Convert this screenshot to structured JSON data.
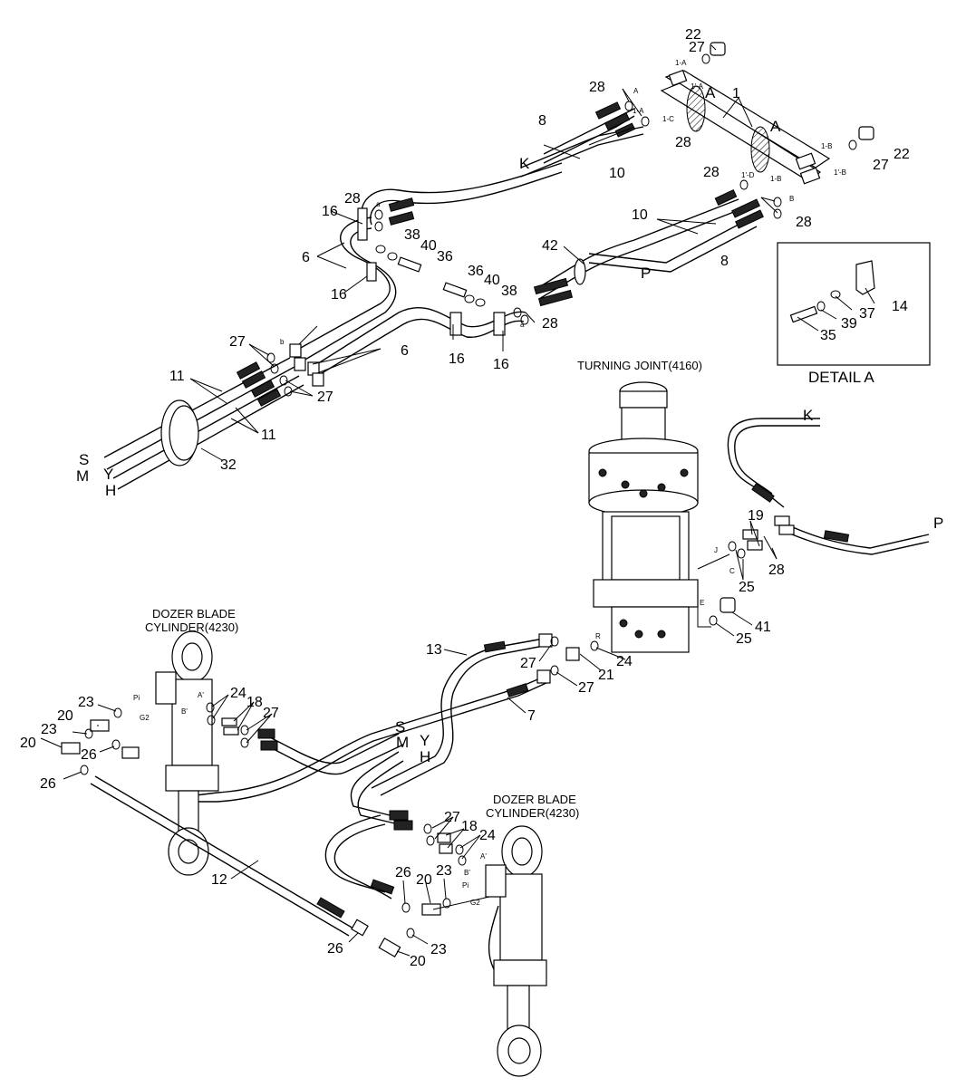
{
  "captions": {
    "turning_joint": "TURNING JOINT(4160)",
    "dozer_left_1": "DOZER BLADE",
    "dozer_left_2": "CYLINDER(4230)",
    "dozer_right_1": "DOZER BLADE",
    "dozer_right_2": "CYLINDER(4230)",
    "detail_a": "DETAIL A"
  },
  "view_markers": {
    "a1": "A",
    "a2": "A"
  },
  "letters": {
    "K_top": "K",
    "P_top": "P",
    "K_right": "K",
    "P_right": "P",
    "S_left": "S",
    "M_left": "M",
    "Y_left": "Y",
    "H_left": "H",
    "S_mid": "S",
    "M_mid": "M",
    "Y_mid": "Y",
    "H_mid": "H"
  },
  "part_numbers": {
    "p22a": "22",
    "p27a": "27",
    "p28a": "28",
    "p1": "1",
    "p8a": "8",
    "p28b": "28",
    "p10a": "10",
    "p22b": "22",
    "p27b": "27",
    "p28c": "28",
    "p28d": "28",
    "p10b": "10",
    "p8b": "8",
    "p42": "42",
    "p28e": "28",
    "p16a": "16",
    "p6a": "6",
    "p38a": "38",
    "p40a": "40",
    "p36a": "36",
    "p16b": "16",
    "p36b": "36",
    "p40b": "40",
    "p38b": "38",
    "p28f": "28",
    "p27c": "27",
    "p6b": "6",
    "p16c": "16",
    "p16d": "16",
    "p11a": "11",
    "p27d": "27",
    "p11b": "11",
    "p32": "32",
    "p14": "14",
    "p37": "37",
    "p39": "39",
    "p35": "35",
    "p19": "19",
    "p28g": "28",
    "p25a": "25",
    "p41": "41",
    "p25b": "25",
    "p13": "13",
    "p27e": "27",
    "p21": "21",
    "p24a": "24",
    "p27f": "27",
    "p7": "7",
    "p23a": "23",
    "p20a": "20",
    "p24b": "24",
    "p18a": "18",
    "p27g": "27",
    "p23b": "23",
    "p20b": "20",
    "p26a": "26",
    "p26b": "26",
    "p12": "12",
    "p27h": "27",
    "p18b": "18",
    "p24c": "24",
    "p26c": "26",
    "p20c": "20",
    "p23c": "23",
    "p23d": "23",
    "p26d": "26",
    "p20d": "20"
  },
  "port_labels": {
    "1A_a": "1-A",
    "1pA": "1'-A",
    "1A_b": "1-A",
    "1C": "1-C",
    "1B_a": "1-B",
    "1pB": "1'-B",
    "1pD": "1'-D",
    "1B_b": "1-B",
    "a1": "a",
    "a2": "a",
    "b1": "b",
    "A_small": "A",
    "B_small": "B",
    "J": "J",
    "C": "C",
    "E": "E",
    "R": "R",
    "Pi_l": "Pi",
    "G2_l": "G2",
    "Ap_l": "A'",
    "Bp_l": "B'",
    "Pi_r": "Pi",
    "G2_r": "G2",
    "Ap_r": "A'",
    "Bp_r": "B'"
  }
}
